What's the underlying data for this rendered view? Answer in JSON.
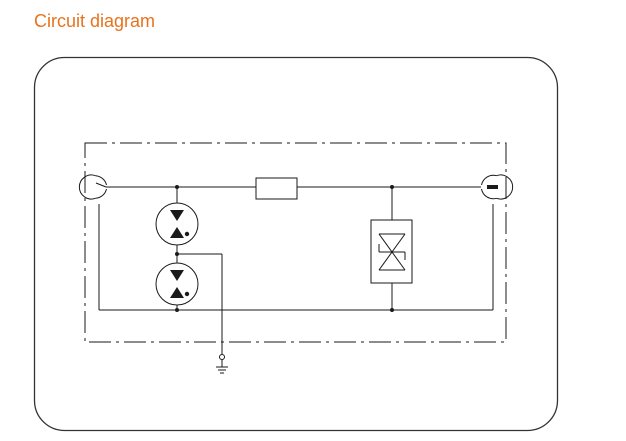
{
  "header": {
    "title": "Circuit diagram"
  },
  "colors": {
    "title": "#e8731e",
    "line": "#1a1a1a",
    "frame": "#333333",
    "background": "#ffffff"
  },
  "diagram": {
    "components": [
      "input-coax-connector",
      "series-resistor",
      "gas-discharge-tube-upper",
      "gas-discharge-tube-lower",
      "bidirectional-tvs-diode",
      "output-coax-connector",
      "ground-terminal"
    ]
  }
}
